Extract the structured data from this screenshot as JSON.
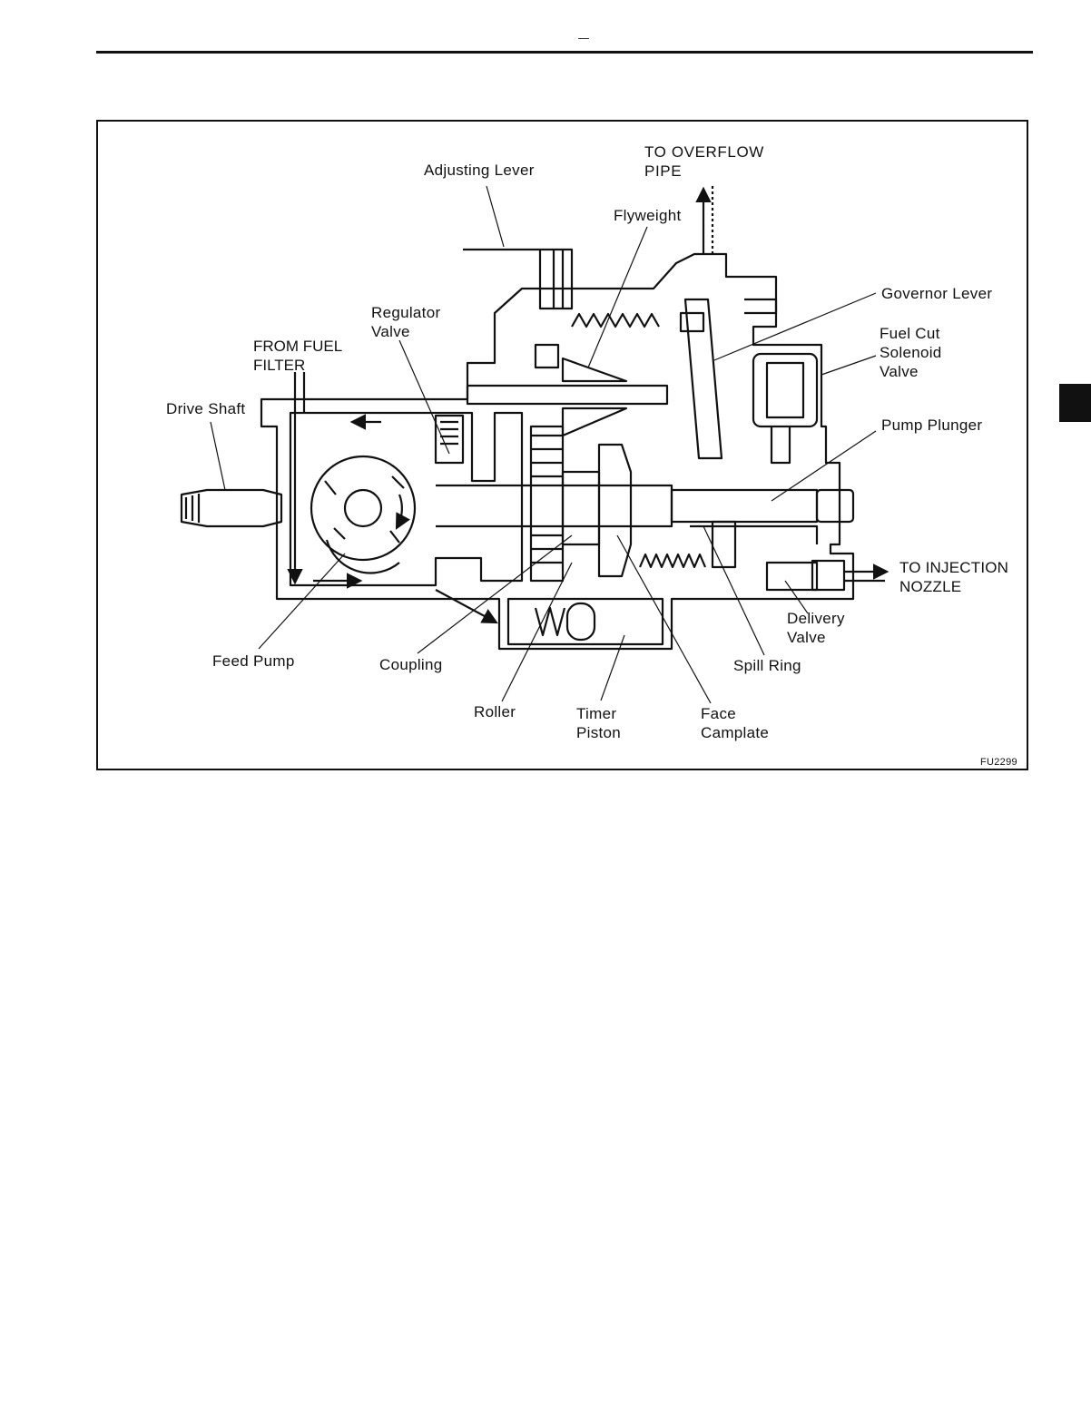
{
  "figure": {
    "id": "FU2299",
    "labels": {
      "to_overflow_pipe": [
        "TO OVERFLOW",
        "PIPE"
      ],
      "adjusting_lever": "Adjusting Lever",
      "flyweight": "Flyweight",
      "governor_lever": "Governor Lever",
      "regulator_valve": [
        "Regulator",
        "Valve"
      ],
      "from_fuel_filter": [
        "FROM FUEL",
        "FILTER"
      ],
      "fuel_cut_solenoid_valve": [
        "Fuel Cut",
        "Solenoid",
        "Valve"
      ],
      "drive_shaft": "Drive Shaft",
      "pump_plunger": "Pump Plunger",
      "to_injection_nozzle": [
        "TO INJECTION",
        "NOZZLE"
      ],
      "delivery_valve": [
        "Delivery",
        "Valve"
      ],
      "feed_pump": "Feed Pump",
      "coupling": "Coupling",
      "spill_ring": "Spill Ring",
      "roller": "Roller",
      "timer_piston": [
        "Timer",
        "Piston"
      ],
      "face_camplate": [
        "Face",
        "Camplate"
      ]
    }
  }
}
